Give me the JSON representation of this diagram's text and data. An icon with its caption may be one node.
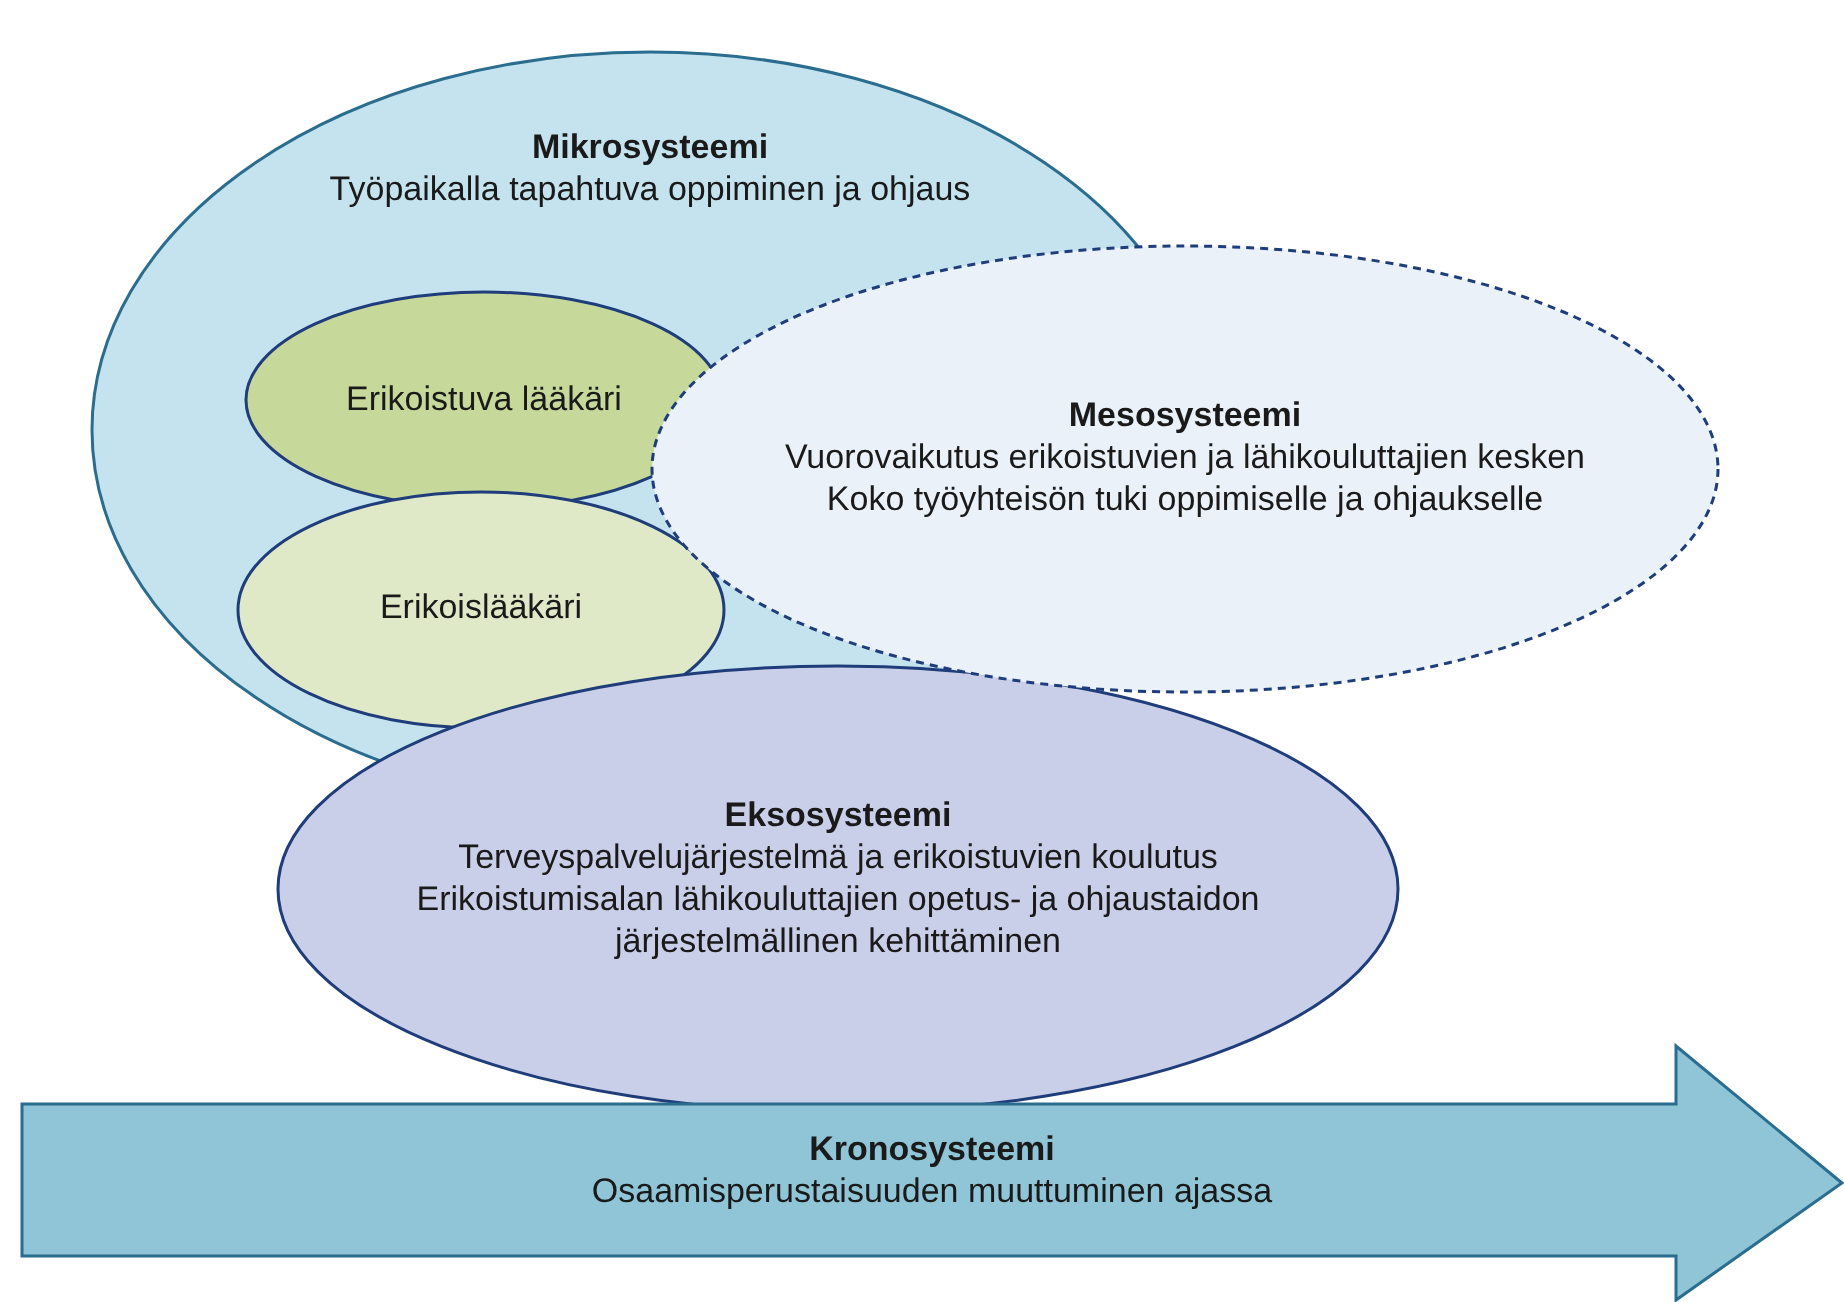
{
  "diagram": {
    "nodes": [
      {
        "text": [
          "Mikrosysteemi",
          "Työpaikalla tapahtuva oppiminen ja ohjaus"
        ]
      },
      {
        "text": [
          "Erikoistuva lääkäri"
        ],
        "in": 0
      },
      {
        "text": [
          "Erikoislääkäri"
        ],
        "in": 0
      },
      {
        "text": [
          "Mesosysteemi",
          "Vuorovaikutus erikoistuvien ja lähikouluttajien kesken",
          "Koko työyhteisön tuki oppimiselle ja ohjaukselle"
        ]
      },
      {
        "text": [
          "Eksosysteemi",
          "Terveyspalvelujärjestelmä ja erikoistuvien koulutus",
          "Erikoistumisalan lähikouluttajien opetus- ja ohjaustaidon järjestelmällinen kehittäminen"
        ]
      },
      {
        "text": [
          "Kronosysteemi",
          "Osaamisperustaisuuden muuttuminen ajassa"
        ]
      }
    ],
    "edges": []
  }
}
